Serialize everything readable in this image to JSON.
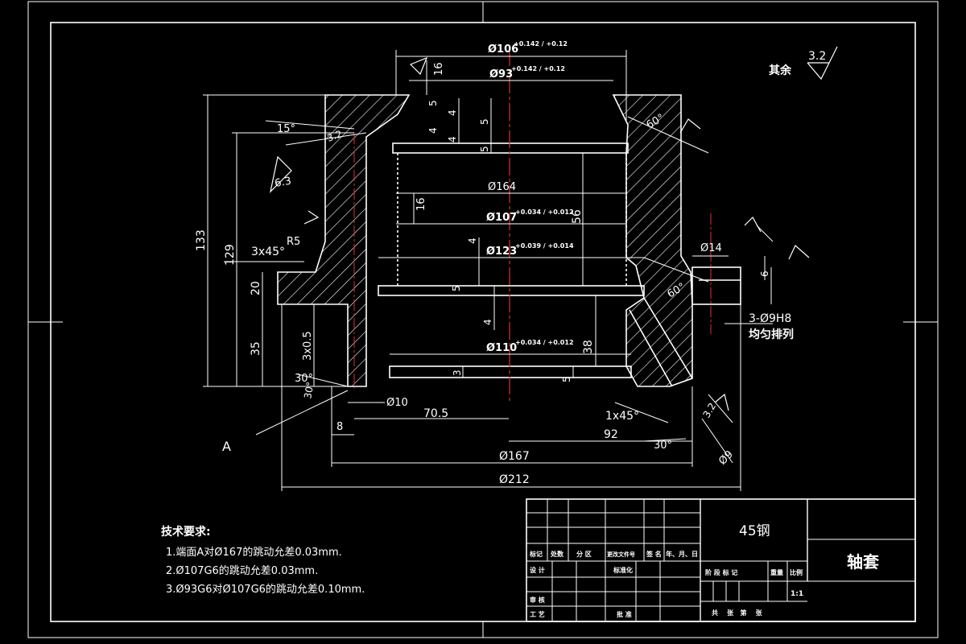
{
  "dimensions": {
    "d106": "Ø106",
    "d106_tol": "+0.142 / +0.12",
    "d93": "Ø93",
    "d93_tol": "+0.142 / +0.12",
    "d164": "Ø164",
    "d107": "Ø107",
    "d107_tol": "+0.034 / +0.012",
    "d123": "Ø123",
    "d123_tol": "+0.039 / +0.014",
    "d110": "Ø110",
    "d110_tol": "+0.034 / +0.012",
    "d167": "Ø167",
    "d212": "Ø212",
    "d10": "Ø10",
    "d14": "Ø14",
    "d9": "Ø9",
    "len_133": "133",
    "len_129": "129",
    "len_20": "20",
    "len_35": "35",
    "len_56": "56",
    "len_38": "38",
    "len_16a": "16",
    "len_16b": "16",
    "len_5a": "5",
    "len_4a": "4",
    "len_5b": "5",
    "len_4b": "4",
    "len_5c": "5",
    "len_4c": "4",
    "len_5d": "5",
    "len_4d": "4",
    "len_3": "3",
    "len_5e": "5",
    "len_6": "6",
    "len_8": "8",
    "len_70_5": "70.5",
    "len_92": "92",
    "chamfer_3x45": "3x45°",
    "r5": "R5",
    "chamfer_3x0_5": "3x0.5",
    "chamfer_1x45": "1x45°",
    "angle_15": "15°",
    "angle_30a": "30°",
    "angle_30b": "30°",
    "angle_30c": "30°",
    "angle_60a": "60°",
    "angle_60b": "60°",
    "holes": "3-Ø9H8",
    "holes_note": "均匀排列",
    "datum_a": "A"
  },
  "roughness": {
    "rest_label": "其余",
    "rest_value": "3.2",
    "r6_3": "6.3",
    "r3_2a": "3.2",
    "r3_2b": "3.2"
  },
  "notes": {
    "title": "技术要求:",
    "items": [
      "1.端面A对Ø167的跳动允差0.03mm.",
      "2.Ø107G6的跳动允差0.03mm.",
      "3.Ø93G6对Ø107G6的跳动允差0.10mm."
    ]
  },
  "title_block": {
    "material": "45钢",
    "part_name": "轴套",
    "scale_value": "1:1",
    "headers": [
      "标记",
      "处数",
      "分 区",
      "更改文件号",
      "签 名",
      "年、月、日"
    ],
    "design": "设 计",
    "standardize": "标准化",
    "stage_mark": "阶 段 标 记",
    "weight": "重量",
    "scale": "比例",
    "review": "审 核",
    "process": "工 艺",
    "approve": "批 准",
    "sheets": "共    张   第    张"
  }
}
